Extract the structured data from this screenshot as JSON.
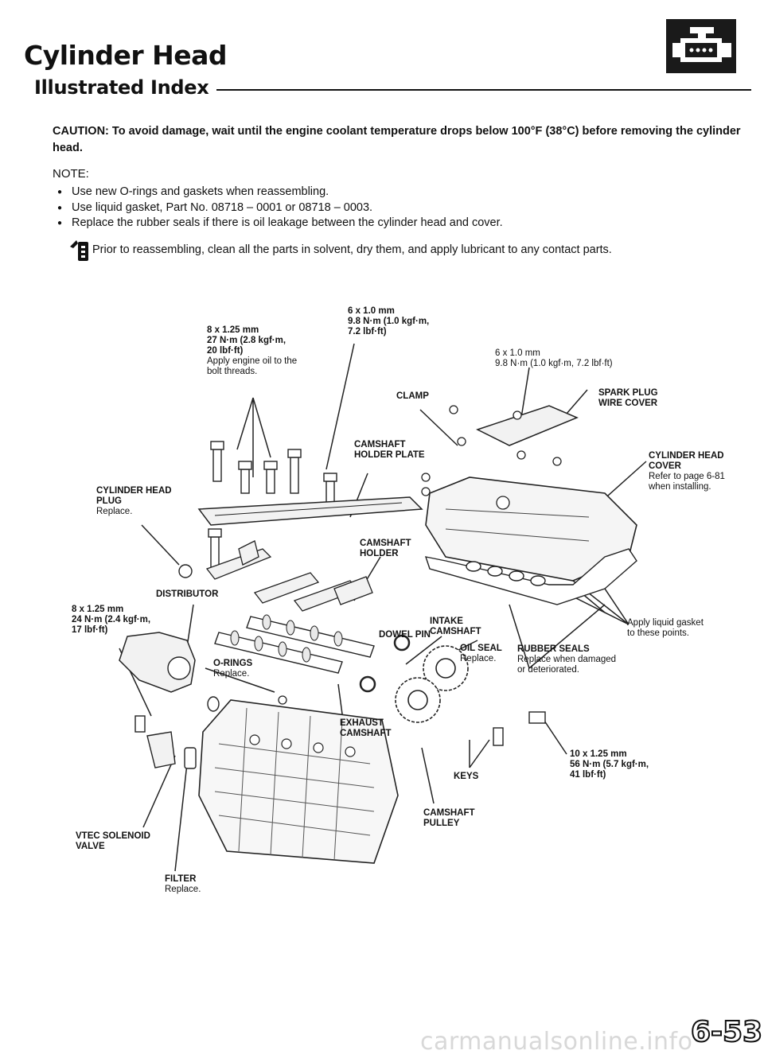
{
  "header": {
    "title": "Cylinder Head",
    "subtitle": "Illustrated Index"
  },
  "caution": "CAUTION: To avoid damage, wait until the engine coolant temperature drops below 100°F (38°C) before removing the cylinder head.",
  "note": {
    "title": "NOTE:",
    "items": [
      "Use new O-rings and gaskets when reassembling.",
      "Use liquid gasket, Part No. 08718 – 0001 or 08718 – 0003.",
      "Replace the rubber seals if there is oil leakage between the cylinder head and cover."
    ]
  },
  "prior_note": "Prior to reassembling, clean all the parts in solvent, dry them, and apply lubricant to any contact parts.",
  "labels": {
    "bolt_8x125_top": {
      "spec": "8 x 1.25 mm",
      "torque1": "27 N·m (2.8 kgf·m,",
      "torque2": "20 lbf·ft)",
      "note1": "Apply engine oil to the",
      "note2": "bolt threads."
    },
    "bolt_6x10_center": {
      "spec": "6 x 1.0 mm",
      "torque1": "9.8 N·m (1.0 kgf·m,",
      "torque2": "7.2 lbf·ft)"
    },
    "bolt_6x10_right": {
      "spec": "6 x 1.0 mm",
      "torque": "9.8 N·m (1.0 kgf·m, 7.2 lbf·ft)"
    },
    "clamp": "CLAMP",
    "spark_plug_wire_cover": {
      "line1": "SPARK PLUG",
      "line2": "WIRE COVER"
    },
    "camshaft_holder_plate": {
      "line1": "CAMSHAFT",
      "line2": "HOLDER PLATE"
    },
    "cylinder_head_cover": {
      "line1": "CYLINDER HEAD",
      "line2": "COVER",
      "note1": "Refer to page 6-81",
      "note2": "when installing."
    },
    "cylinder_head_plug": {
      "line1": "CYLINDER HEAD",
      "line2": "PLUG",
      "note": "Replace."
    },
    "camshaft_holder": {
      "line1": "CAMSHAFT",
      "line2": "HOLDER"
    },
    "distributor": "DISTRIBUTOR",
    "bolt_8x125_left": {
      "spec": "8 x 1.25 mm",
      "torque1": "24 N·m (2.4 kgf·m,",
      "torque2": "17 lbf·ft)"
    },
    "dowel_pin": "DOWEL PIN",
    "intake_camshaft": {
      "line1": "INTAKE",
      "line2": "CAMSHAFT"
    },
    "liquid_gasket": {
      "line1": "Apply liquid gasket",
      "line2": "to these points."
    },
    "o_rings": {
      "line1": "O-RINGS",
      "note": "Replace."
    },
    "oil_seal": {
      "line1": "OIL SEAL",
      "note": "Replace."
    },
    "rubber_seals": {
      "line1": "RUBBER SEALS",
      "note1": "Replace when damaged",
      "note2": "or deteriorated."
    },
    "exhaust_camshaft": {
      "line1": "EXHAUST",
      "line2": "CAMSHAFT"
    },
    "bolt_10x125": {
      "spec": "10 x 1.25 mm",
      "torque1": "56 N·m (5.7 kgf·m,",
      "torque2": "41 lbf·ft)"
    },
    "keys": "KEYS",
    "camshaft_pulley": {
      "line1": "CAMSHAFT",
      "line2": "PULLEY"
    },
    "vtec_solenoid": {
      "line1": "VTEC SOLENOID",
      "line2": "VALVE"
    },
    "filter": {
      "line1": "FILTER",
      "note": "Replace."
    }
  },
  "page_number": "6-53",
  "watermark": "carmanualsonline.info",
  "icons": [
    "engine-icon",
    "manual-book-icon"
  ]
}
